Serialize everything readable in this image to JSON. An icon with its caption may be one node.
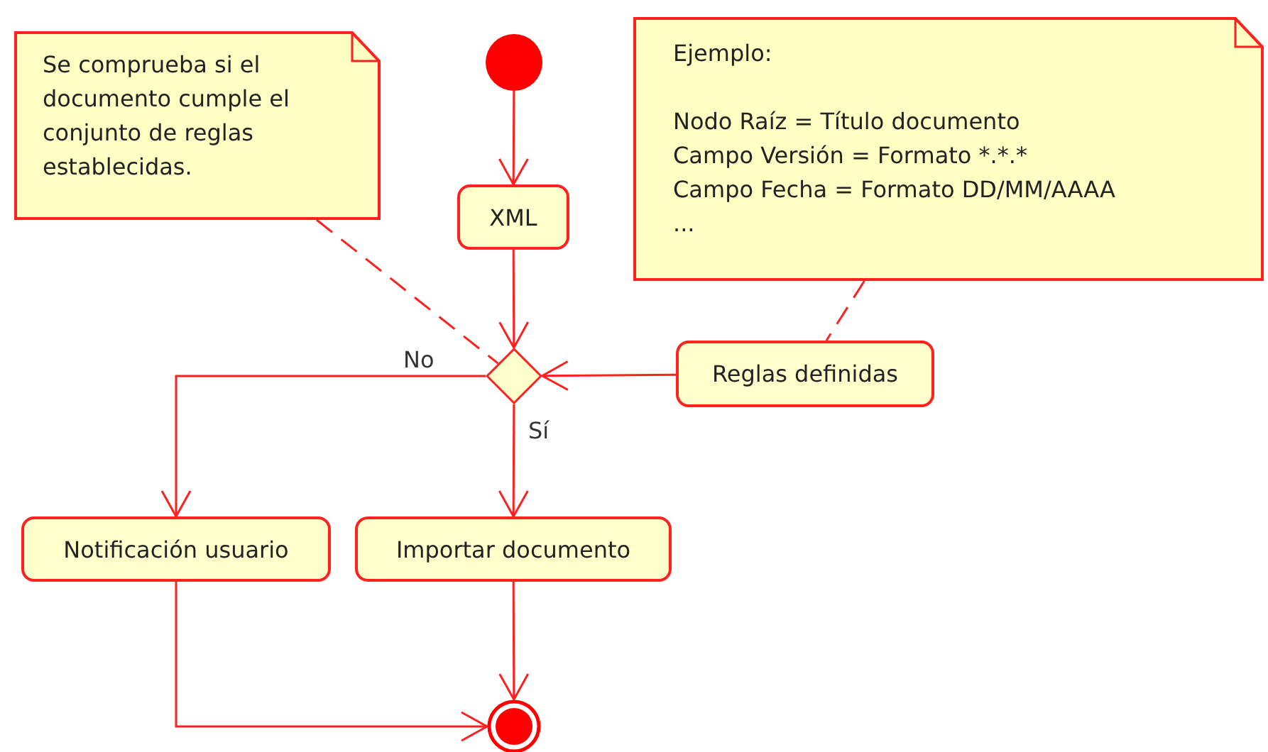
{
  "diagram": {
    "nodes": [
      {
        "text": [
          "Se comprueba si el documento cumple el conjunto de reglas establecidas."
        ]
      },
      {
        "text": [],
        "shape": "circle"
      },
      {
        "text": [
          "Ejemplo:",
          "Nodo Raíz = Título documento",
          "Campo Versión = Formato *.*.*",
          "Campo Fecha = Formato DD/MM/AAAA",
          "..."
        ]
      },
      {
        "text": [
          "XML"
        ]
      },
      {
        "text": [],
        "shape": "diamond"
      },
      {
        "text": [
          "Reglas definidas"
        ]
      },
      {
        "text": [
          "Notificación usuario"
        ]
      },
      {
        "text": [
          "Importar documento"
        ]
      },
      {
        "text": [],
        "shape": "circle"
      }
    ],
    "edges": [
      {
        "from": 1,
        "to": 3,
        "arrow": "to"
      },
      {
        "from": 3,
        "to": 4,
        "arrow": "to"
      },
      {
        "from": 5,
        "to": 4,
        "arrow": "to"
      },
      {
        "from": 4,
        "to": 6,
        "arrow": "to",
        "label": "No"
      },
      {
        "from": 4,
        "to": 7,
        "arrow": "to",
        "label": "Sí"
      },
      {
        "from": 6,
        "to": 8,
        "arrow": "to"
      },
      {
        "from": 7,
        "to": 8,
        "arrow": "to"
      },
      {
        "from": 0,
        "to": 4,
        "arrow": "none",
        "style": "dashed"
      },
      {
        "from": 2,
        "to": 5,
        "arrow": "none",
        "style": "dashed"
      }
    ]
  }
}
